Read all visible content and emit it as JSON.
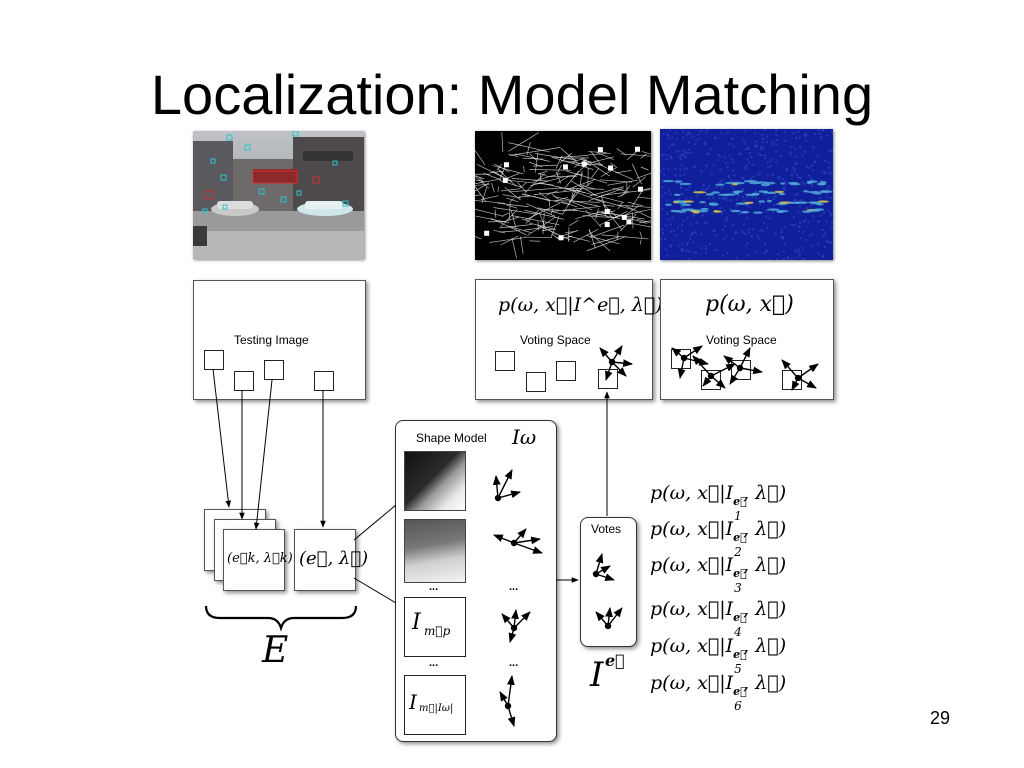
{
  "slide": {
    "title": "Localization: Model Matching",
    "page_number": "29"
  },
  "panels": {
    "testing": {
      "label": "Testing Image"
    },
    "voting1": {
      "formula": "p(ω, x⃗|I^e⃗, λ⃗)",
      "label": "Voting Space"
    },
    "voting2": {
      "formula": "p(ω, x⃗)",
      "label": "Voting Space"
    }
  },
  "shape_model": {
    "label": "Shape Model",
    "symbol": "Iω",
    "ellipsis": "...",
    "m_p": "I",
    "m_p_sub": "m⃗p",
    "m_last": "I",
    "m_last_sub": "m⃗|Iω|"
  },
  "features": {
    "stack_label": "(e⃗k, λ⃗k)",
    "single_label": "(e⃗, λ⃗)",
    "brace_label": "E"
  },
  "votes": {
    "label": "Votes",
    "symbol": "I",
    "symbol_sup": "e⃗"
  },
  "likelihoods": [
    {
      "pre": "p(ω, x⃗|I",
      "sub": "1",
      "post": ", λ⃗)"
    },
    {
      "pre": "p(ω, x⃗|I",
      "sub": "2",
      "post": ", λ⃗)"
    },
    {
      "pre": "p(ω, x⃗|I",
      "sub": "3",
      "post": ", λ⃗)"
    },
    {
      "pre": "p(ω, x⃗|I",
      "sub": "4",
      "post": ", λ⃗)"
    },
    {
      "pre": "p(ω, x⃗|I",
      "sub": "5",
      "post": ", λ⃗)"
    },
    {
      "pre": "p(ω, x⃗|I",
      "sub": "6",
      "post": ", λ⃗)"
    }
  ],
  "likelihood_sup": "e⃗"
}
